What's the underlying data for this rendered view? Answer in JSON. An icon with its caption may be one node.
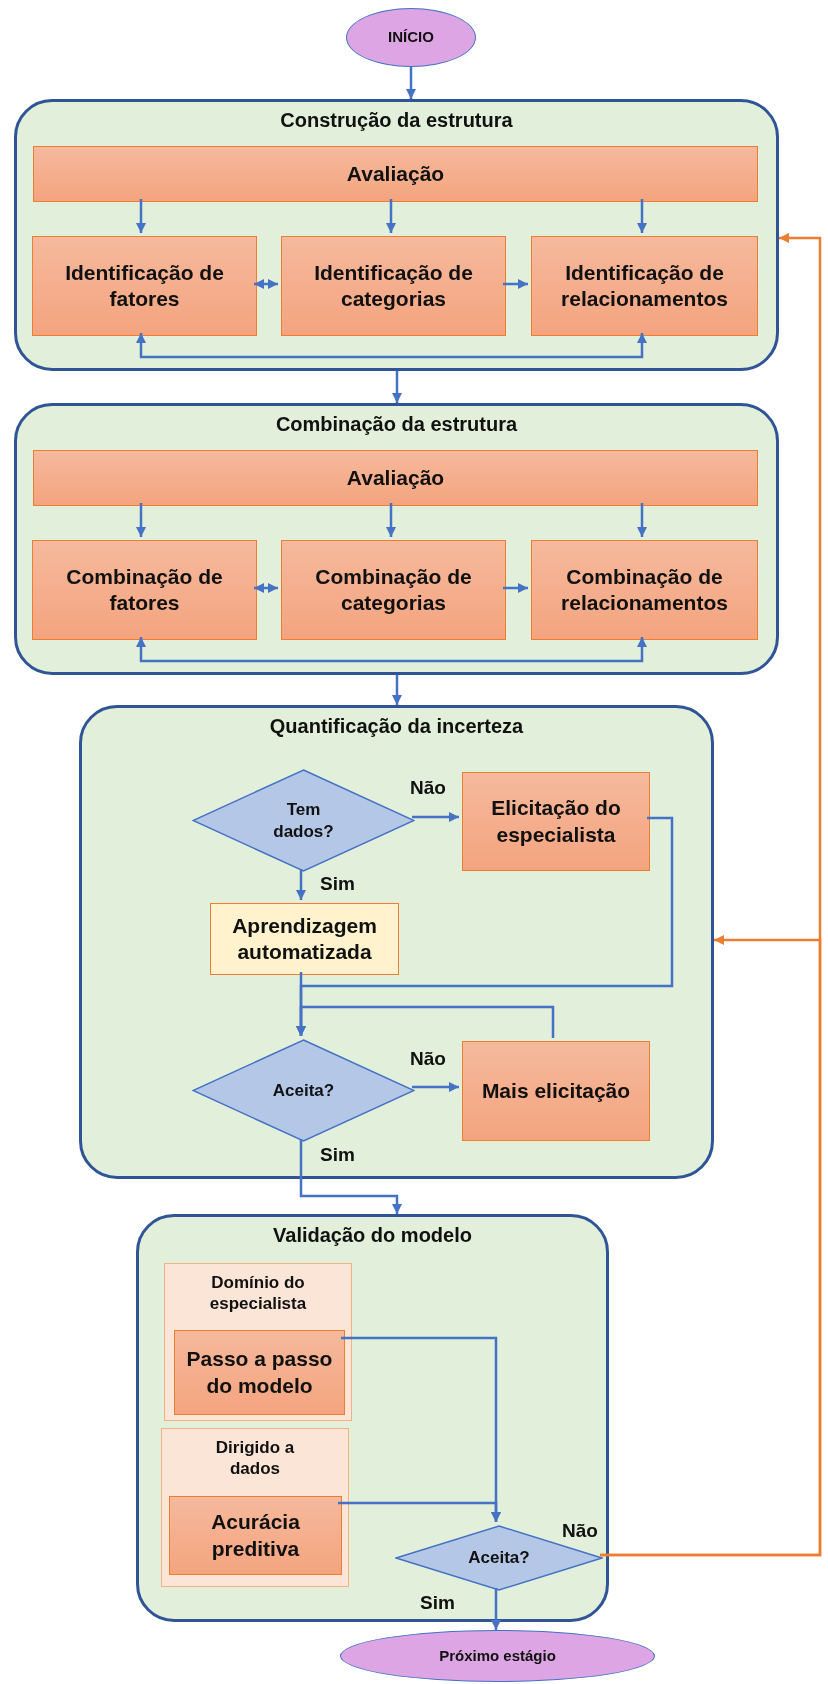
{
  "diagram": {
    "nodes": [
      {
        "text": [
          "INÍCIO"
        ]
      },
      {
        "text": [
          "Construção da estrutura"
        ]
      },
      {
        "text": [
          "Avaliação"
        ],
        "in": 1
      },
      {
        "text": [
          "Identificação de fatores"
        ],
        "in": 1
      },
      {
        "text": [
          "Identificação de categorias"
        ],
        "in": 1
      },
      {
        "text": [
          "Identificação de relacionamentos"
        ],
        "in": 1
      },
      {
        "text": [
          "Combinação da estrutura"
        ]
      },
      {
        "text": [
          "Avaliação"
        ],
        "in": 6
      },
      {
        "text": [
          "Combinação de fatores"
        ],
        "in": 6
      },
      {
        "text": [
          "Combinação de categorias"
        ],
        "in": 6
      },
      {
        "text": [
          "Combinação de relacionamentos"
        ],
        "in": 6
      },
      {
        "text": [
          "Quantificação da incerteza"
        ]
      },
      {
        "text": [
          "Tem dados?"
        ],
        "in": 11
      },
      {
        "text": [
          "Elicitação do especialista"
        ],
        "in": 11
      },
      {
        "text": [
          "Aprendizagem automatizada"
        ],
        "in": 11
      },
      {
        "text": [
          "Aceita?"
        ],
        "in": 11
      },
      {
        "text": [
          "Mais elicitação"
        ],
        "in": 11
      },
      {
        "text": [
          "Validação do modelo"
        ]
      },
      {
        "text": [
          "Domínio do especialista"
        ],
        "in": 17
      },
      {
        "text": [
          "Passo a passo do modelo"
        ],
        "in": 18
      },
      {
        "text": [
          "Dirigido a dados"
        ],
        "in": 17
      },
      {
        "text": [
          "Acurácia preditiva"
        ],
        "in": 20
      },
      {
        "text": [
          "Aceita?"
        ],
        "in": 17
      },
      {
        "text": [
          "Próximo estágio"
        ]
      }
    ],
    "edges": [
      {
        "from": 0,
        "to": 1,
        "arrow": "to"
      },
      {
        "from": 2,
        "to": 3,
        "arrow": "to"
      },
      {
        "from": 2,
        "to": 4,
        "arrow": "to"
      },
      {
        "from": 2,
        "to": 5,
        "arrow": "to"
      },
      {
        "from": 3,
        "to": 4,
        "arrow": "both"
      },
      {
        "from": 4,
        "to": 5,
        "arrow": "to"
      },
      {
        "from": 3,
        "to": 5,
        "arrow": "both"
      },
      {
        "from": 1,
        "to": 6,
        "arrow": "to"
      },
      {
        "from": 7,
        "to": 8,
        "arrow": "to"
      },
      {
        "from": 7,
        "to": 9,
        "arrow": "to"
      },
      {
        "from": 7,
        "to": 10,
        "arrow": "to"
      },
      {
        "from": 8,
        "to": 9,
        "arrow": "both"
      },
      {
        "from": 9,
        "to": 10,
        "arrow": "to"
      },
      {
        "from": 8,
        "to": 10,
        "arrow": "both"
      },
      {
        "from": 6,
        "to": 11,
        "arrow": "to"
      },
      {
        "from": 12,
        "to": 13,
        "arrow": "to",
        "label": "Não"
      },
      {
        "from": 12,
        "to": 14,
        "arrow": "to",
        "label": "Sim"
      },
      {
        "from": 14,
        "to": 15,
        "arrow": "to"
      },
      {
        "from": 13,
        "to": 15,
        "arrow": "to"
      },
      {
        "from": 16,
        "to": 15,
        "arrow": "to"
      },
      {
        "from": 15,
        "to": 16,
        "arrow": "to",
        "label": "Não"
      },
      {
        "from": 15,
        "to": 17,
        "arrow": "to",
        "label": "Sim"
      },
      {
        "from": 19,
        "to": 22,
        "arrow": "to"
      },
      {
        "from": 21,
        "to": 22,
        "arrow": "to"
      },
      {
        "from": 22,
        "to": 1,
        "arrow": "to",
        "label": "Não",
        "color": "#ed7d31"
      },
      {
        "from": 22,
        "to": 11,
        "arrow": "to",
        "color": "#ed7d31"
      },
      {
        "from": 22,
        "to": 23,
        "arrow": "to",
        "label": "Sim"
      }
    ]
  }
}
